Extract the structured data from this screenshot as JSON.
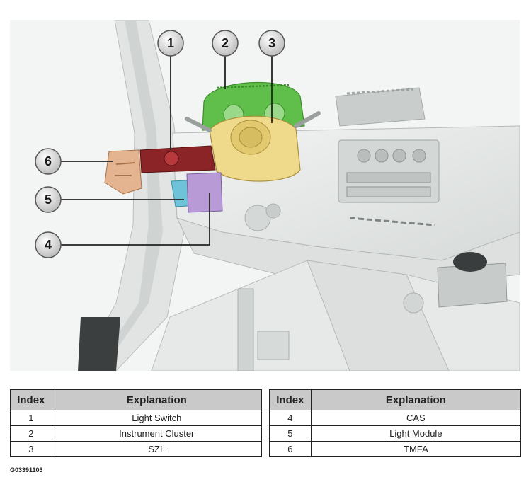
{
  "figure": {
    "callouts": [
      {
        "num": "1",
        "part": "light-switch"
      },
      {
        "num": "2",
        "part": "instrument-cluster"
      },
      {
        "num": "3",
        "part": "szl"
      },
      {
        "num": "4",
        "part": "cas"
      },
      {
        "num": "5",
        "part": "light-module"
      },
      {
        "num": "6",
        "part": "tmfa"
      }
    ],
    "colors": {
      "background": "#ffffff",
      "body_structure": "#e4e7e6",
      "instrument_cluster": "#5fbf4a",
      "szl": "#efd98a",
      "light_switch": "#8a2426",
      "tmfa": "#e3b48f",
      "light_module": "#6fc3d8",
      "cas": "#b79ad6",
      "callout_fill": "#d8d8d8",
      "leader_line": "#222222"
    }
  },
  "legend": {
    "headers": {
      "index": "Index",
      "explanation": "Explanation"
    },
    "rows": [
      {
        "left_index": "1",
        "left_text": "Light Switch",
        "right_index": "4",
        "right_text": "CAS"
      },
      {
        "left_index": "2",
        "left_text": "Instrument Cluster",
        "right_index": "5",
        "right_text": "Light Module"
      },
      {
        "left_index": "3",
        "left_text": "SZL",
        "right_index": "6",
        "right_text": "TMFA"
      }
    ]
  },
  "figure_code": "G03391103"
}
